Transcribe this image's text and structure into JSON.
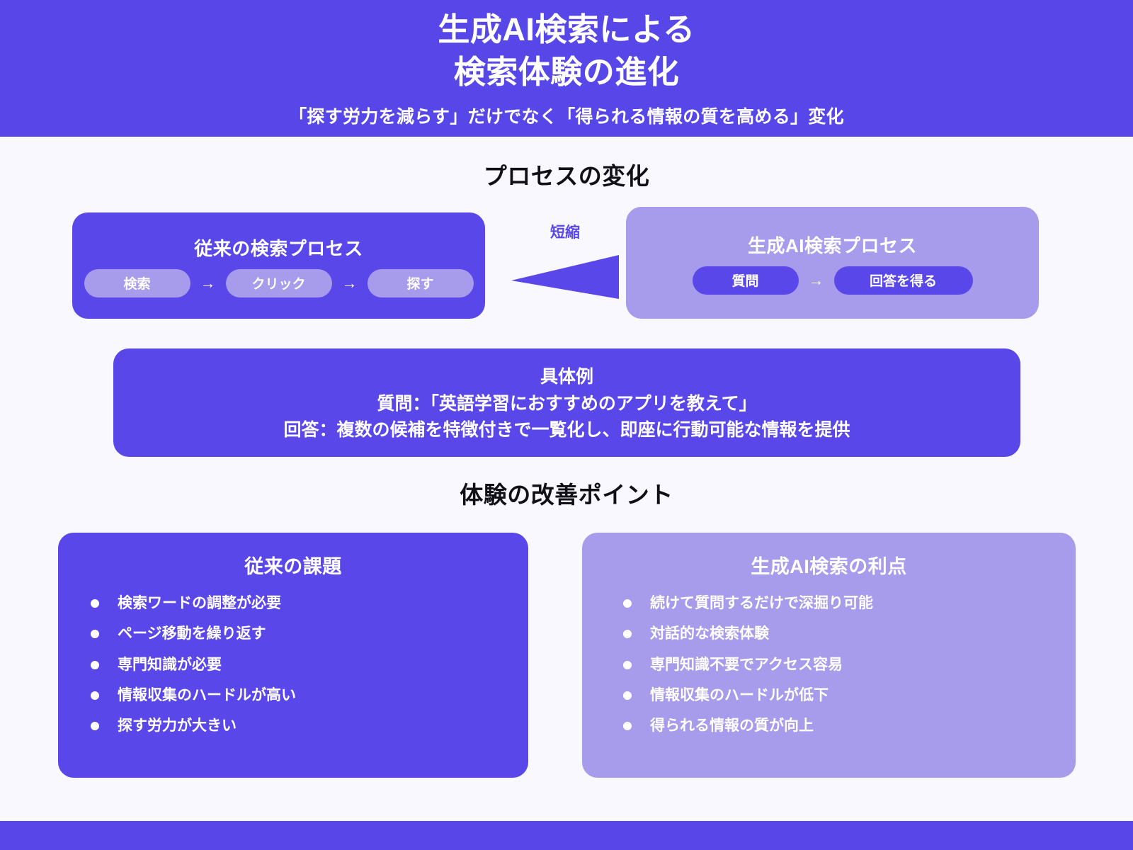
{
  "header": {
    "title_line1": "生成AI検索による",
    "title_line2": "検索体験の進化",
    "subtitle": "「探す労力を減らす」だけでなく「得られる情報の質を高める」変化"
  },
  "sections": {
    "process_heading": "プロセスの変化",
    "improve_heading": "体験の改善ポイント"
  },
  "process": {
    "legacy": {
      "title": "従来の検索プロセス",
      "steps": [
        "検索",
        "クリック",
        "探す"
      ],
      "arrow_glyph": "→"
    },
    "ai": {
      "title": "生成AI検索プロセス",
      "steps": [
        "質問",
        "回答を得る"
      ],
      "arrow_glyph": "→"
    },
    "center_arrow_label": "短縮"
  },
  "example": {
    "title": "具体例",
    "question": "質問：「英語学習におすすめのアプリを教えて」",
    "answer": "回答：複数の候補を特徴付きで一覧化し、即座に行動可能な情報を提供"
  },
  "improvements": {
    "problems": {
      "title": "従来の課題",
      "items": [
        "検索ワードの調整が必要",
        "ページ移動を繰り返す",
        "専門知識が必要",
        "情報収集のハードルが高い",
        "探す労力が大きい"
      ]
    },
    "benefits": {
      "title": "生成AI検索の利点",
      "items": [
        "続けて質問するだけで深掘り可能",
        "対話的な検索体験",
        "専門知識不要でアクセス容易",
        "情報収集のハードルが低下",
        "得られる情報の質が向上"
      ]
    }
  },
  "colors": {
    "brand_primary": "#5847e8",
    "brand_card": "#5a47e9",
    "brand_light": "#a79bec",
    "page_background": "#f8f8fe",
    "text_on_brand": "#ffffff",
    "heading_text": "#111018"
  }
}
